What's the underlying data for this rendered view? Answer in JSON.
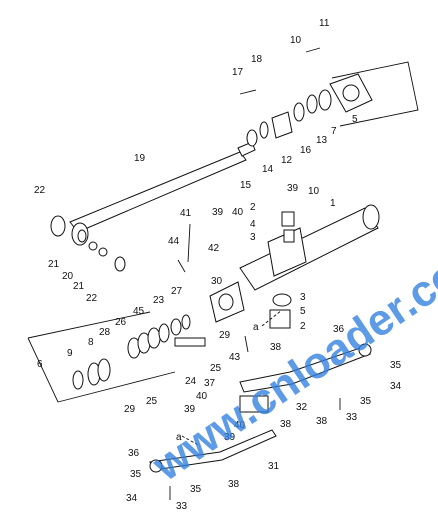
{
  "watermark": "www.cnloader.com",
  "section_label": "a",
  "callouts": [
    "1",
    "2",
    "3",
    "4",
    "5",
    "6",
    "7",
    "8",
    "9",
    "10",
    "11",
    "12",
    "13",
    "14",
    "15",
    "16",
    "17",
    "18",
    "19",
    "20",
    "21",
    "22",
    "23",
    "24",
    "25",
    "26",
    "27",
    "28",
    "29",
    "30",
    "31",
    "32",
    "33",
    "34",
    "35",
    "36",
    "37",
    "38",
    "39",
    "40",
    "41",
    "42",
    "43",
    "44",
    "45"
  ],
  "colors": {
    "line": "#111111",
    "watermark": "#2f7fe0",
    "background": "#ffffff"
  }
}
